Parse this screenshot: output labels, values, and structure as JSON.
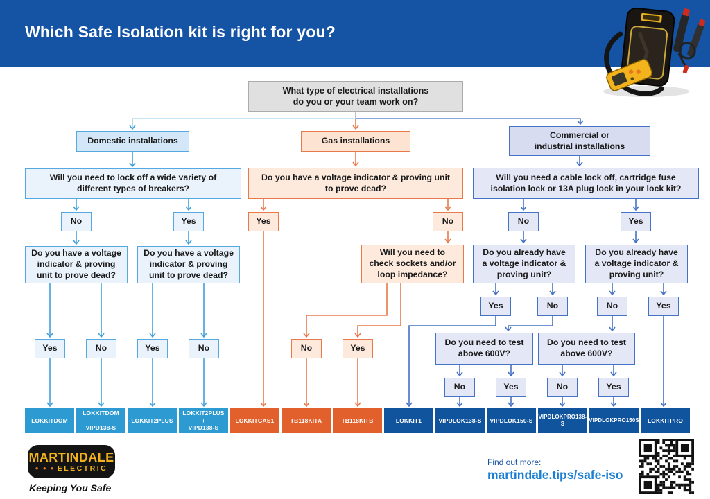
{
  "header": {
    "title": "Which Safe Isolation kit is right for you?"
  },
  "colors": {
    "header-blue": "#1553a4",
    "line-light-blue": "#41a0dc",
    "line-orange": "#e8794a",
    "line-steel-blue": "#4472c4",
    "box-gray-fill": "#e0e0e0",
    "dom-border": "#56a8e0",
    "gas-border": "#e8794a",
    "com-border": "#4472c4",
    "product-light-blue": "#2e9ad2",
    "product-orange": "#e2602c",
    "product-dark-blue": "#11549e",
    "link-blue": "#1a7fd4",
    "logo-yellow": "#f2b21d",
    "logo-orange": "#e87722"
  },
  "nodes": {
    "root": "What type of electrical installations\ndo you or your team work on?",
    "domestic": "Domestic installations",
    "gas": "Gas installations",
    "commercial": "Commercial or\nindustrial installations",
    "dom_q1": "Will you need to lock off a wide variety of\ndifferent types of breakers?",
    "gas_q1": "Do you have a voltage indicator & proving unit\nto prove dead?",
    "com_q1": "Will you need a cable lock off, cartridge fuse\nisolation lock or 13A plug lock in your lock kit?",
    "dom_q2": "Do you have a voltage\nindicator & proving\nunit to prove dead?",
    "gas_q2": "Will you need to\ncheck sockets and/or\nloop impedance?",
    "com_q2": "Do you already have\na voltage indicator &\nproving unit?",
    "com_q3": "Do you need to test\nabove 600V?",
    "yes": "Yes",
    "no": "No"
  },
  "products": [
    {
      "label": "LOKKITDOM",
      "color": "light-blue"
    },
    {
      "label": "LOKKITDOM\n+\nVIPD138-S",
      "color": "light-blue"
    },
    {
      "label": "LOKKIT2PLUS",
      "color": "light-blue"
    },
    {
      "label": "LOKKIT2PLUS\n+\nVIPD138-S",
      "color": "light-blue"
    },
    {
      "label": "LOKKITGAS1",
      "color": "orange"
    },
    {
      "label": "TB118KITA",
      "color": "orange"
    },
    {
      "label": "TB118KITB",
      "color": "orange"
    },
    {
      "label": "LOKKIT1",
      "color": "dark-blue"
    },
    {
      "label": "VIPDLOK138-S",
      "color": "dark-blue"
    },
    {
      "label": "VIPDLOK150-S",
      "color": "dark-blue"
    },
    {
      "label": "VIPDLOKPRO138-S",
      "color": "dark-blue"
    },
    {
      "label": "VIPDLOKPRO150S",
      "color": "dark-blue"
    },
    {
      "label": "LOKKITPRO",
      "color": "dark-blue"
    }
  ],
  "footer": {
    "brand": {
      "name_top": "MARTINDALE",
      "name_bottom": "ELECTRIC",
      "dots": "● ● ●",
      "tagline": "Keeping You Safe"
    },
    "find_out_more_label": "Find out more:",
    "link_text": "martindale.tips/safe-iso"
  }
}
